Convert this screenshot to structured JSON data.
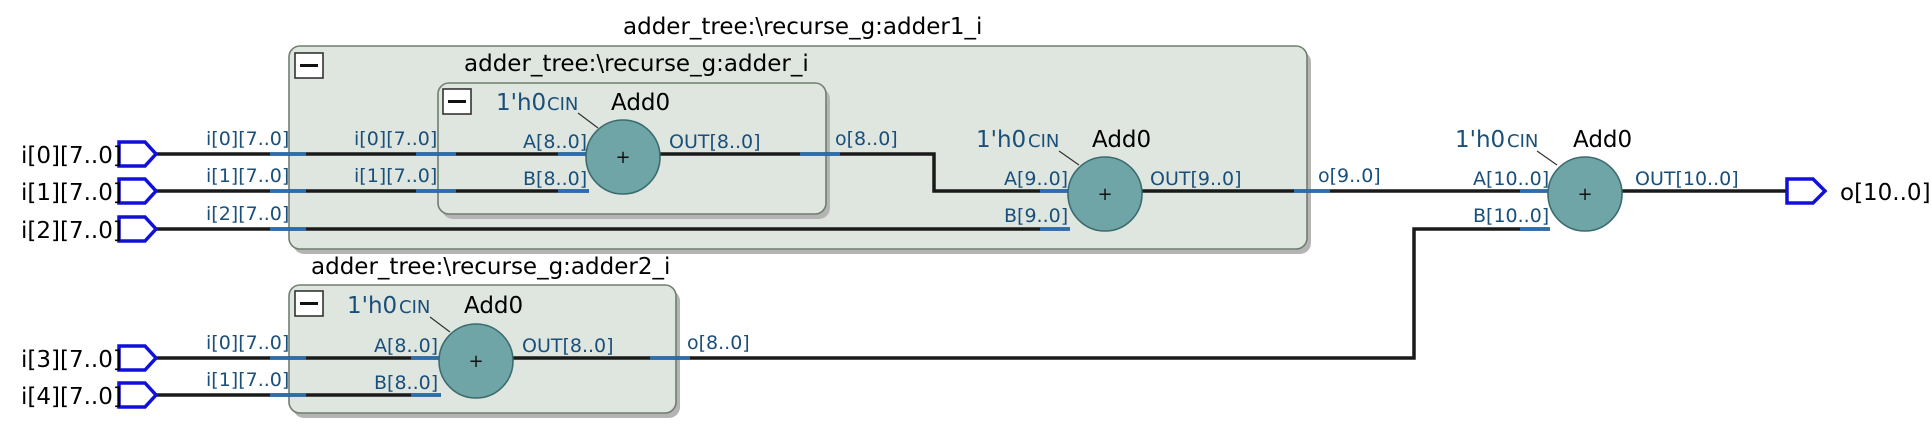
{
  "inputs": [
    "i[0][7..0]",
    "i[1][7..0]",
    "i[2][7..0]",
    "i[3][7..0]",
    "i[4][7..0]"
  ],
  "output": "o[10..0]",
  "adder1": {
    "title": "adder_tree:\\recurse_g:adder1_i",
    "in_ports": [
      "i[0][7..0]",
      "i[1][7..0]",
      "i[2][7..0]"
    ],
    "out_port": "o[9..0]",
    "inner": {
      "title": "adder_tree:\\recurse_g:adder_i",
      "in_ports": [
        "i[0][7..0]",
        "i[1][7..0]"
      ],
      "out_port": "o[8..0]",
      "op": {
        "name": "Add0",
        "cin_value": "1'h0",
        "cin": "CIN",
        "a": "A[8..0]",
        "b": "B[8..0]",
        "out": "OUT[8..0]",
        "symbol": "+"
      }
    },
    "op": {
      "name": "Add0",
      "cin_value": "1'h0",
      "cin": "CIN",
      "a": "A[9..0]",
      "b": "B[9..0]",
      "out": "OUT[9..0]",
      "symbol": "+"
    }
  },
  "adder2": {
    "title": "adder_tree:\\recurse_g:adder2_i",
    "in_ports": [
      "i[0][7..0]",
      "i[1][7..0]"
    ],
    "out_port": "o[8..0]",
    "op": {
      "name": "Add0",
      "cin_value": "1'h0",
      "cin": "CIN",
      "a": "A[8..0]",
      "b": "B[8..0]",
      "out": "OUT[8..0]",
      "symbol": "+"
    }
  },
  "final_op": {
    "name": "Add0",
    "cin_value": "1'h0",
    "cin": "CIN",
    "a": "A[10..0]",
    "b": "B[10..0]",
    "out": "OUT[10..0]",
    "symbol": "+"
  },
  "colors": {
    "wire": "#1a1a1a",
    "port_stub": "#2a6db0",
    "pin": "#1010d8",
    "block_fill": "#dfe6df",
    "adder_fill": "#70a5a8",
    "label": "#1a4f7a"
  }
}
